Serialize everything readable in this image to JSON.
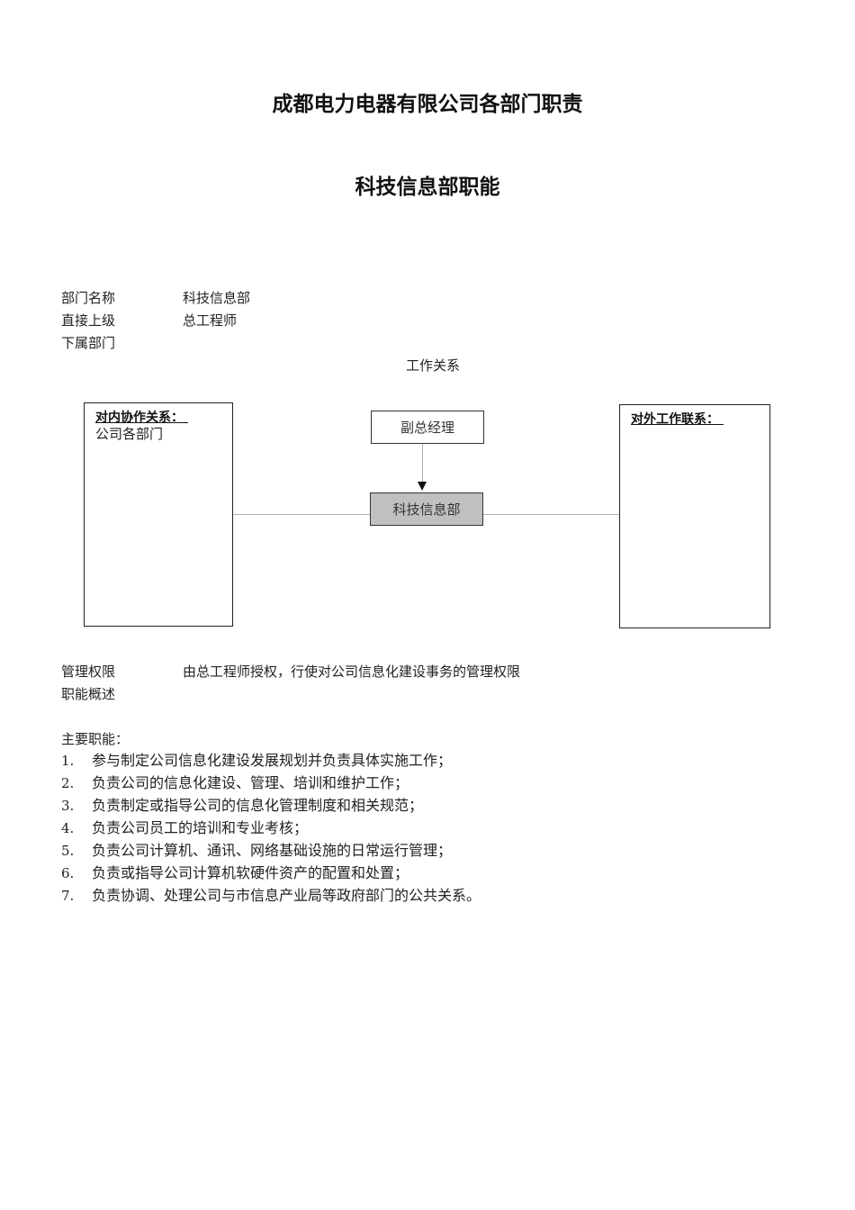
{
  "document": {
    "title": "成都电力电器有限公司各部门职责",
    "subtitle": "科技信息部职能"
  },
  "info": {
    "rows": [
      {
        "label": "部门名称",
        "value": "科技信息部"
      },
      {
        "label": "直接上级",
        "value": "总工程师"
      },
      {
        "label": "下属部门",
        "value": ""
      }
    ]
  },
  "relations": {
    "heading": "工作关系",
    "internal": {
      "title": "对内协作关系： ",
      "content": "公司各部门"
    },
    "external": {
      "title": "对外工作联系： ",
      "content": ""
    },
    "superior_node": "副总经理",
    "department_node": "科技信息部"
  },
  "authority": {
    "label": "管理权限",
    "value": "由总工程师授权，行使对公司信息化建设事务的管理权限"
  },
  "overview": {
    "label": "职能概述"
  },
  "duties": {
    "heading": "主要职能：",
    "items": [
      {
        "num": "1.",
        "text": "参与制定公司信息化建设发展规划并负责具体实施工作；"
      },
      {
        "num": "2.",
        "text": "负责公司的信息化建设、管理、培训和维护工作；"
      },
      {
        "num": "3.",
        "text": "负责制定或指导公司的信息化管理制度和相关规范；"
      },
      {
        "num": "4.",
        "text": "负责公司员工的培训和专业考核；"
      },
      {
        "num": "5.",
        "text": "负责公司计算机、通讯、网络基础设施的日常运行管理；"
      },
      {
        "num": "6.",
        "text": "负责或指导公司计算机软硬件资产的配置和处置；"
      },
      {
        "num": "7.",
        "text": "负责协调、处理公司与市信息产业局等政府部门的公共关系。"
      }
    ]
  },
  "colors": {
    "department_node_fill": "#c0c0c0",
    "connector_line": "#b0b0b0",
    "border": "#222222"
  }
}
